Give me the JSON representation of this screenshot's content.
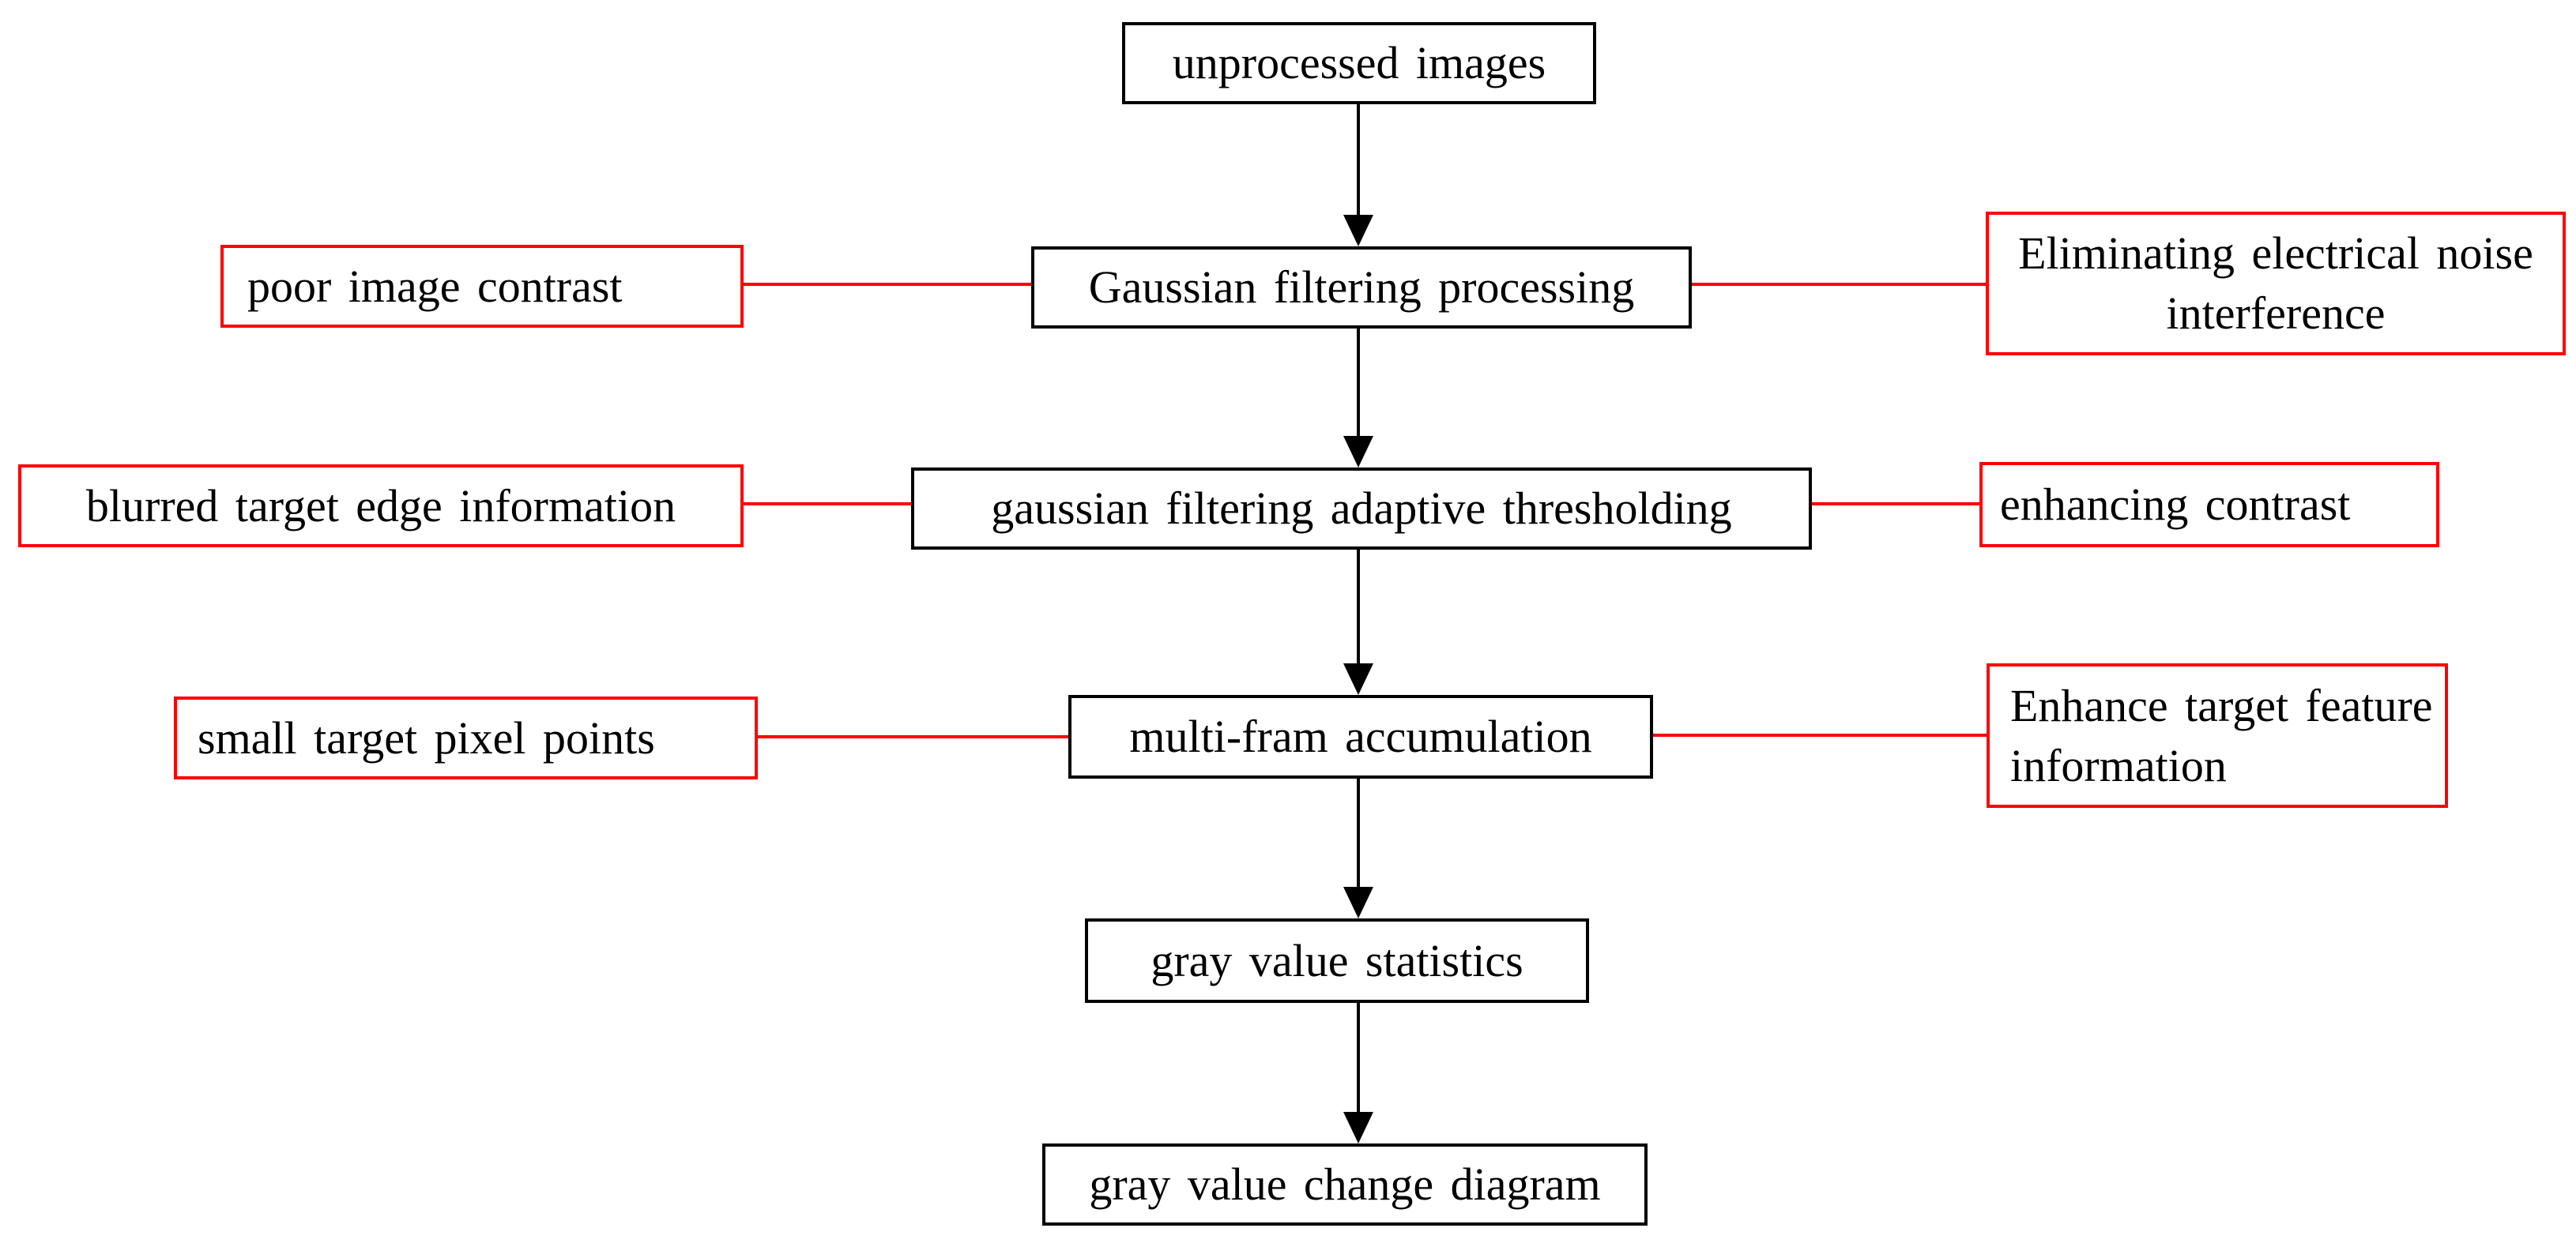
{
  "colors": {
    "process_border": "#000000",
    "annotation_border": "#ff0000",
    "connector_red": "#ff0000",
    "connector_black": "#000000",
    "text_color": "#000000",
    "bg_color": "#ffffff"
  },
  "flowchart": {
    "main_flow": [
      {
        "label": "unprocessed images"
      },
      {
        "label": "Gaussian filtering processing"
      },
      {
        "label": "gaussian filtering adaptive thresholding"
      },
      {
        "label": "multi-fram accumulation"
      },
      {
        "label": "gray value statistics"
      },
      {
        "label": "gray value change diagram"
      }
    ],
    "left_annotations": [
      {
        "label": "poor image contrast",
        "attached_to": "Gaussian filtering processing"
      },
      {
        "label": "blurred target edge information",
        "attached_to": "gaussian filtering adaptive thresholding"
      },
      {
        "label": "small target pixel points",
        "attached_to": "multi-fram accumulation"
      }
    ],
    "right_annotations": [
      {
        "label": "Eliminating electrical noise interference",
        "attached_to": "Gaussian filtering processing"
      },
      {
        "label": "enhancing contrast",
        "attached_to": "gaussian filtering adaptive thresholding"
      },
      {
        "label": "Enhance target feature information",
        "attached_to": "multi-fram accumulation"
      }
    ]
  }
}
